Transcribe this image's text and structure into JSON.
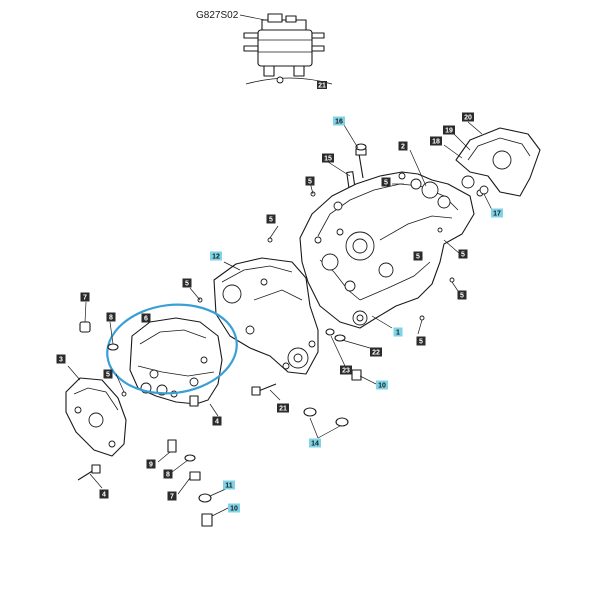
{
  "reference_label": "G827S02",
  "reference_tag": "21",
  "highlight_color": "#3a9fd6",
  "callout_colors": {
    "dark": "#2b2b2b",
    "cyan": "#7fd3e6"
  },
  "callouts": [
    {
      "id": "c16",
      "label": "16",
      "style": "cyan"
    },
    {
      "id": "c20",
      "label": "20",
      "style": "dark"
    },
    {
      "id": "c19",
      "label": "19",
      "style": "dark"
    },
    {
      "id": "c18",
      "label": "18",
      "style": "dark"
    },
    {
      "id": "c2",
      "label": "2",
      "style": "dark"
    },
    {
      "id": "c15",
      "label": "15",
      "style": "dark"
    },
    {
      "id": "c5a",
      "label": "5",
      "style": "dark"
    },
    {
      "id": "c5b",
      "label": "5",
      "style": "dark"
    },
    {
      "id": "c17",
      "label": "17",
      "style": "cyan"
    },
    {
      "id": "c5c",
      "label": "5",
      "style": "dark"
    },
    {
      "id": "c12",
      "label": "12",
      "style": "cyan"
    },
    {
      "id": "c5d",
      "label": "5",
      "style": "dark"
    },
    {
      "id": "c5e",
      "label": "5",
      "style": "dark"
    },
    {
      "id": "c5f",
      "label": "5",
      "style": "dark"
    },
    {
      "id": "c7a",
      "label": "7",
      "style": "dark"
    },
    {
      "id": "c5g",
      "label": "5",
      "style": "dark"
    },
    {
      "id": "c8a",
      "label": "8",
      "style": "dark"
    },
    {
      "id": "c6",
      "label": "6",
      "style": "dark"
    },
    {
      "id": "c1",
      "label": "1",
      "style": "cyan"
    },
    {
      "id": "c5h",
      "label": "5",
      "style": "dark"
    },
    {
      "id": "c22",
      "label": "22",
      "style": "dark"
    },
    {
      "id": "c3",
      "label": "3",
      "style": "dark"
    },
    {
      "id": "c5i",
      "label": "5",
      "style": "dark"
    },
    {
      "id": "c23",
      "label": "23",
      "style": "dark"
    },
    {
      "id": "c10a",
      "label": "10",
      "style": "cyan"
    },
    {
      "id": "c21",
      "label": "21",
      "style": "dark"
    },
    {
      "id": "c4a",
      "label": "4",
      "style": "dark"
    },
    {
      "id": "c14",
      "label": "14",
      "style": "cyan"
    },
    {
      "id": "c9",
      "label": "9",
      "style": "dark"
    },
    {
      "id": "c8b",
      "label": "8",
      "style": "dark"
    },
    {
      "id": "c11",
      "label": "11",
      "style": "cyan"
    },
    {
      "id": "c7b",
      "label": "7",
      "style": "dark"
    },
    {
      "id": "c4b",
      "label": "4",
      "style": "dark"
    },
    {
      "id": "c10b",
      "label": "10",
      "style": "cyan"
    }
  ]
}
